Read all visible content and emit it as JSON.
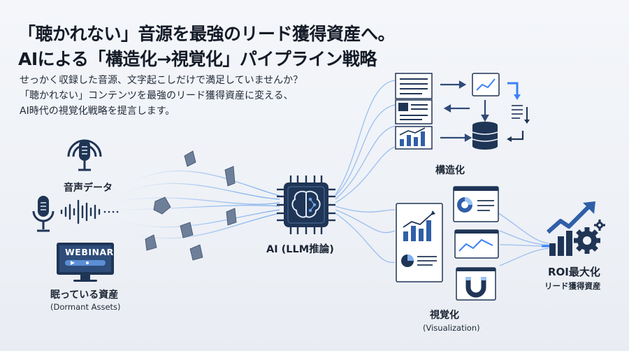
{
  "title": {
    "line1": "「聴かれない」音源を最強のリード獲得資産へ。",
    "line2": "AIによる「構造化→視覚化」パイプライン戦略"
  },
  "subtitle": {
    "line1": "せっかく収録した音源、文字起こしだけで満足していませんか？",
    "line2": "「聴かれない」コンテンツを最強のリード獲得資産に変える、",
    "line3": "AI時代の視覚化戦略を提言します。"
  },
  "inputs": {
    "audio_label": "音声データ",
    "webinar_text": "WEBINAR",
    "dormant_label": "眠っている資産",
    "dormant_sub": "(Dormant Assets)"
  },
  "ai": {
    "label": "AI (LLM推論)"
  },
  "structure": {
    "label": "構造化"
  },
  "visual": {
    "label": "視覚化",
    "sub": "(Visualization)"
  },
  "roi": {
    "label": "ROI最大化",
    "sub": "リード獲得資産"
  },
  "colors": {
    "navy": "#1f3556",
    "accent": "#3b82f6",
    "flow": "#8fb8f2"
  }
}
